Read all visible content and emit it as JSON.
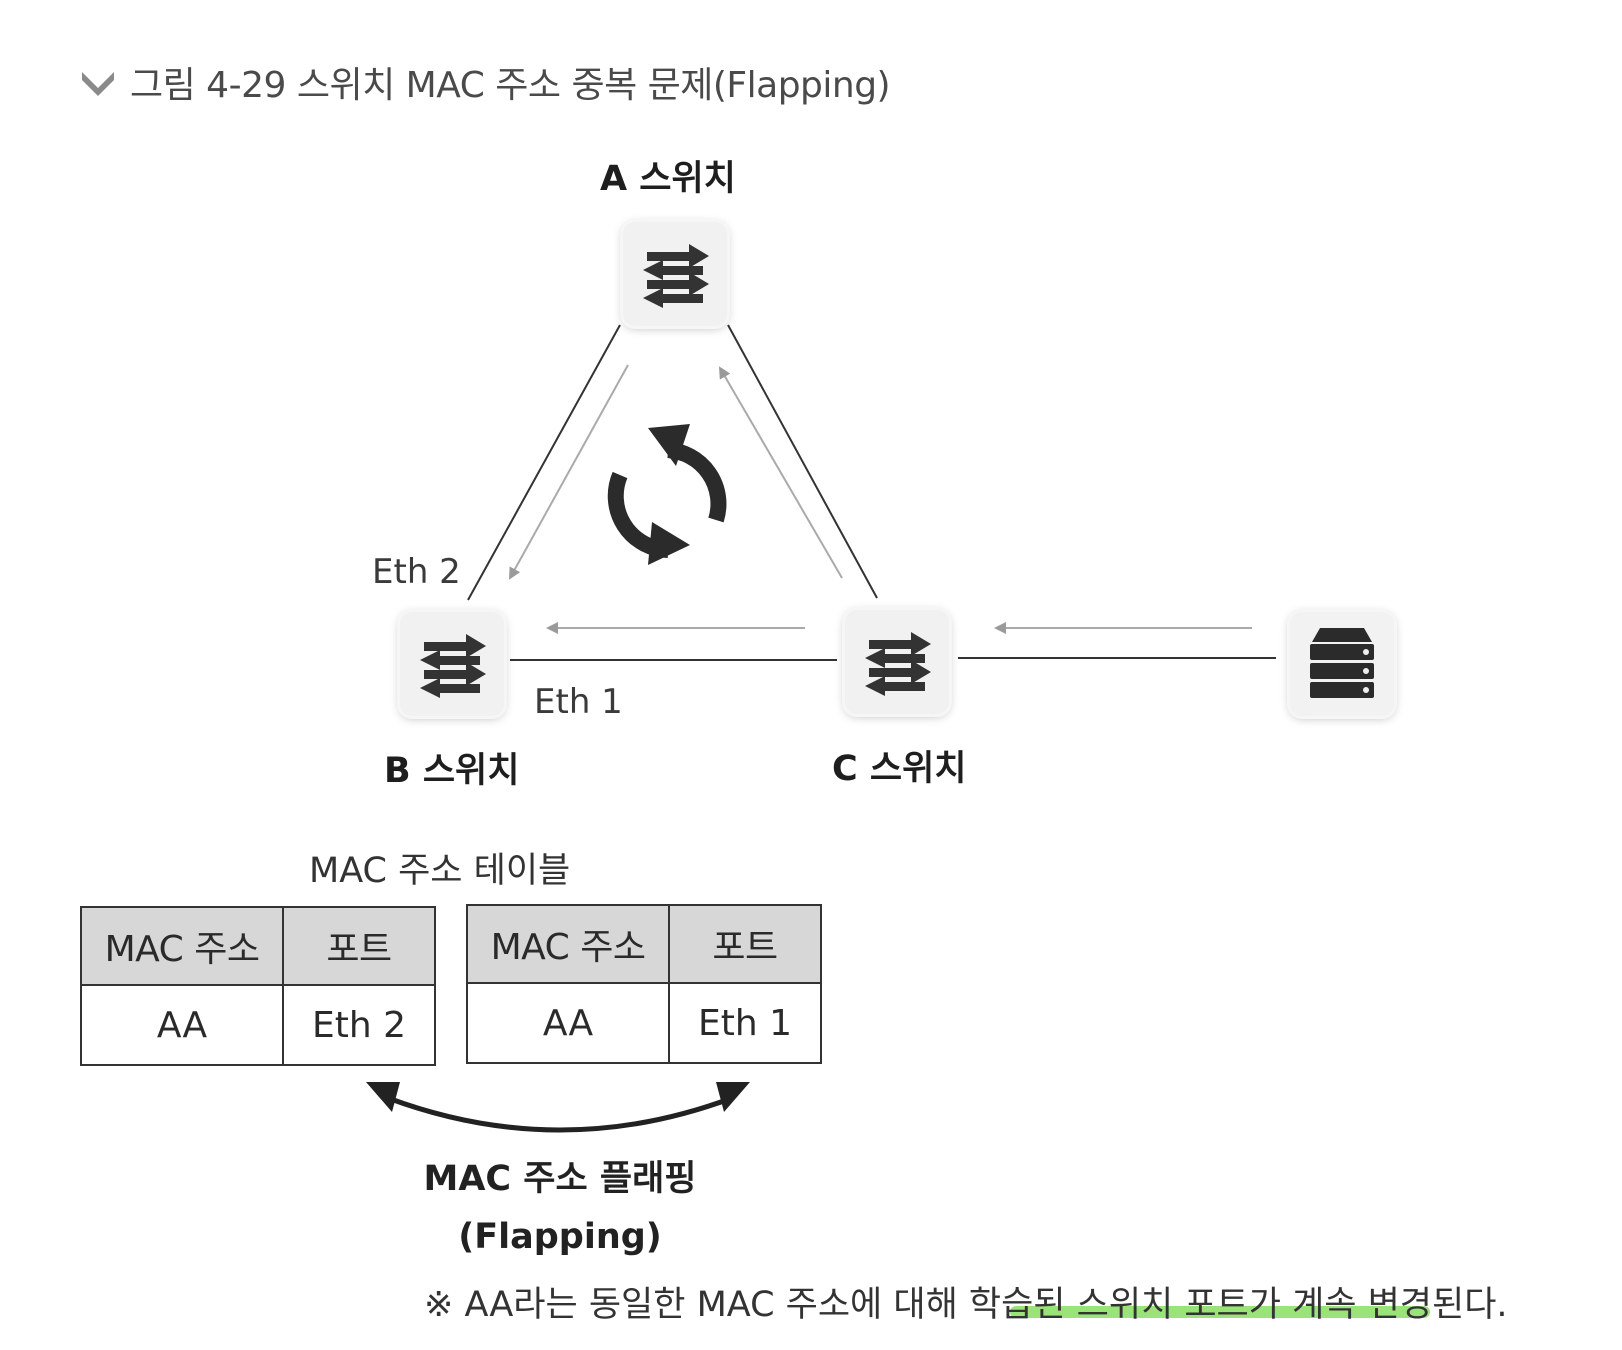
{
  "caption": "그림 4-29 스위치 MAC 주소 중복 문제(Flapping)",
  "switches": {
    "a_label": "A 스위치",
    "b_label": "B 스위치",
    "c_label": "C 스위치"
  },
  "ports": {
    "eth2": "Eth 2",
    "eth1": "Eth 1"
  },
  "table_title": "MAC 주소 테이블",
  "table_left": {
    "headers": [
      "MAC 주소",
      "포트"
    ],
    "row": [
      "AA",
      "Eth 2"
    ]
  },
  "table_right": {
    "headers": [
      "MAC 주소",
      "포트"
    ],
    "row": [
      "AA",
      "Eth 1"
    ]
  },
  "flapping": {
    "line1": "MAC 주소 플래핑",
    "line2": "(Flapping)"
  },
  "note": "※ AA라는 동일한 MAC 주소에 대해 학습된 스위치 포트가 계속 변경된다.",
  "icons": {
    "caption_marker": "chevron-down-icon",
    "switch_icon": "switch-arrows-icon",
    "server_icon": "server-icon",
    "loop_icon": "refresh-loop-icon"
  },
  "colors": {
    "highlight": "#8ee06a",
    "table_header": "#d7d7d7"
  }
}
